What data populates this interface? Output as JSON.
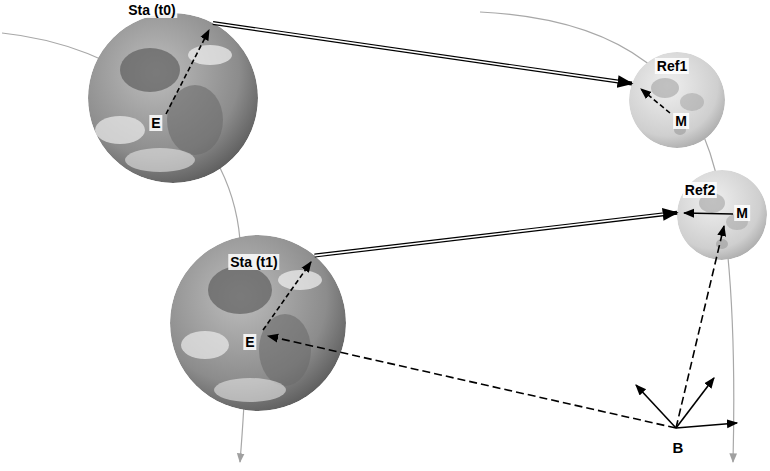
{
  "diagram": {
    "nodes": [
      {
        "text": [
          "Sta (t0)",
          "E"
        ]
      },
      {
        "text": [
          "Ref1",
          "M"
        ]
      },
      {
        "text": [
          "Ref2",
          "M"
        ]
      },
      {
        "text": [
          "Sta (t1)",
          "E"
        ]
      }
    ],
    "edges": [
      {
        "from": 0,
        "to": 1,
        "arrow": "to"
      },
      {
        "from": 3,
        "to": 2,
        "arrow": "to"
      }
    ],
    "labels": [
      "B"
    ]
  }
}
